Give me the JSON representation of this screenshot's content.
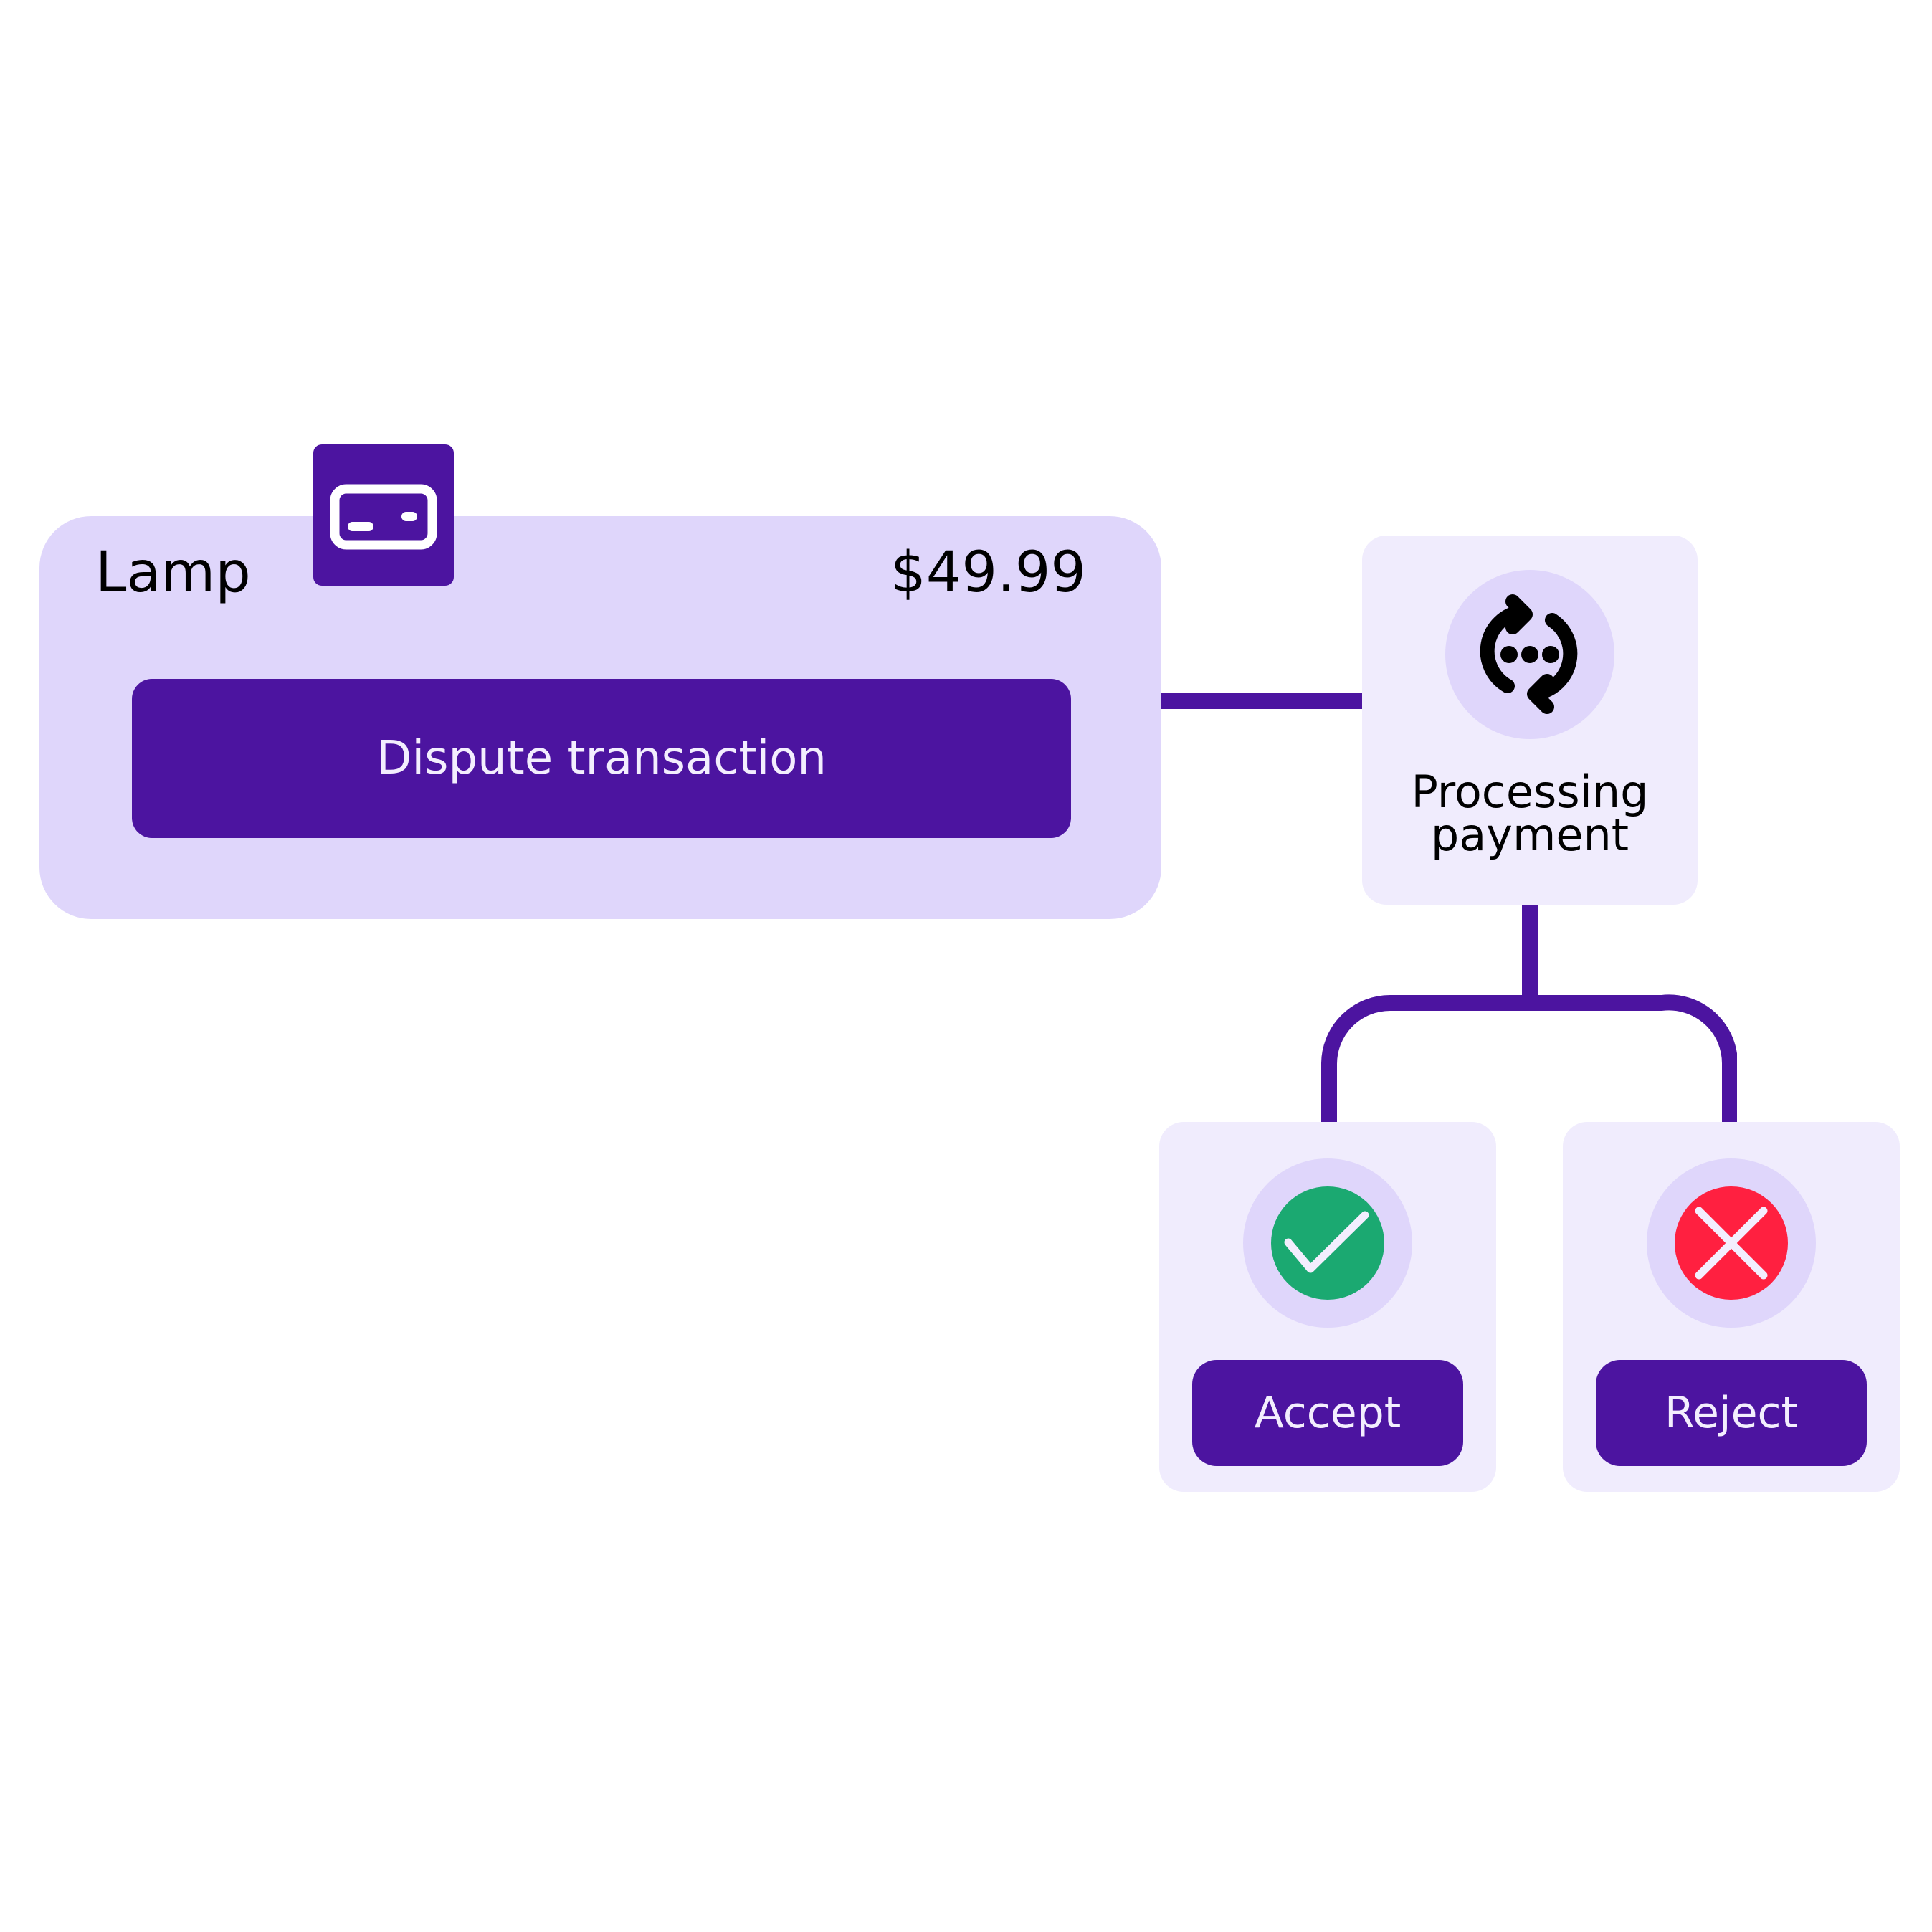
{
  "colors": {
    "primary": "#4c14a0",
    "card_bg": "#dfd6fb",
    "panel_bg": "#f0ecfd",
    "success": "#1ba971",
    "danger": "#ff2040",
    "text": "#000000",
    "button_text": "#f3eefe"
  },
  "transaction": {
    "icon": "credit-card-icon",
    "item_name": "Lamp",
    "price": "$49.99",
    "dispute_button_label": "Dispute transaction"
  },
  "processing": {
    "icon": "sync-processing-icon",
    "label_line1": "Processing",
    "label_line2": "payment"
  },
  "outcomes": [
    {
      "icon": "check-icon",
      "label": "Accept"
    },
    {
      "icon": "x-icon",
      "label": "Reject"
    }
  ]
}
